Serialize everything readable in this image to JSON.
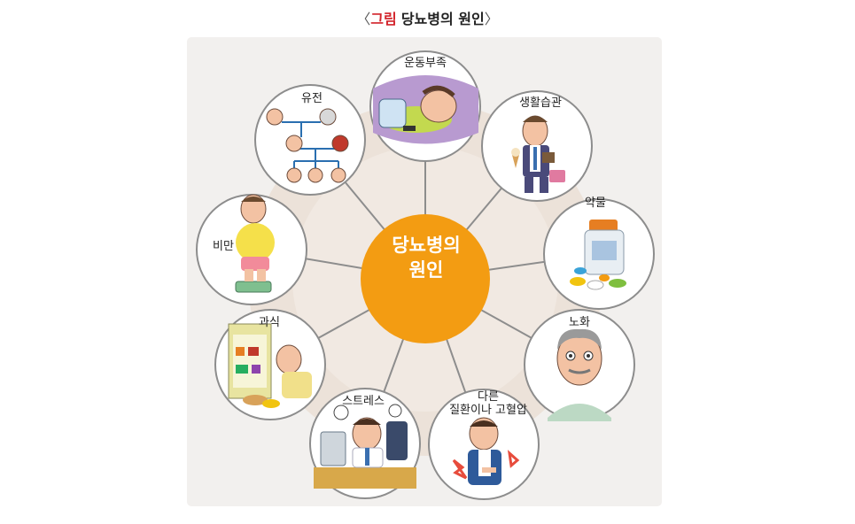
{
  "title": {
    "open_bracket": "〈",
    "label": "그림",
    "name": "당뇨병의 원인",
    "close_bracket": "〉"
  },
  "center": {
    "line1": "당뇨병의",
    "line2": "원인",
    "color": "#f39c12"
  },
  "causes": [
    {
      "id": "exercise",
      "label": "운동부족",
      "icon": "sleeping-man-icon"
    },
    {
      "id": "habits",
      "label": "생활습관",
      "icon": "man-with-ice-cream-icon"
    },
    {
      "id": "medicine",
      "label": "약물",
      "icon": "pill-bottle-icon"
    },
    {
      "id": "aging",
      "label": "노화",
      "icon": "elderly-man-icon"
    },
    {
      "id": "disease",
      "label_line1": "다른",
      "label_line2": "질환이나 고혈압",
      "icon": "man-in-pain-icon"
    },
    {
      "id": "stress",
      "label": "스트레스",
      "icon": "stressed-office-worker-icon"
    },
    {
      "id": "overeating",
      "label": "과식",
      "icon": "man-eating-at-fridge-icon"
    },
    {
      "id": "obesity",
      "label": "비만",
      "icon": "man-on-scale-icon"
    },
    {
      "id": "genetics",
      "label": "유전",
      "icon": "family-tree-icon"
    }
  ],
  "colors": {
    "panel": "#f2f0ee",
    "ring": "#e8dcd2",
    "spoke": "#8a8a8a",
    "circle_border": "#8a8a8a",
    "title_accent": "#d2232a"
  }
}
